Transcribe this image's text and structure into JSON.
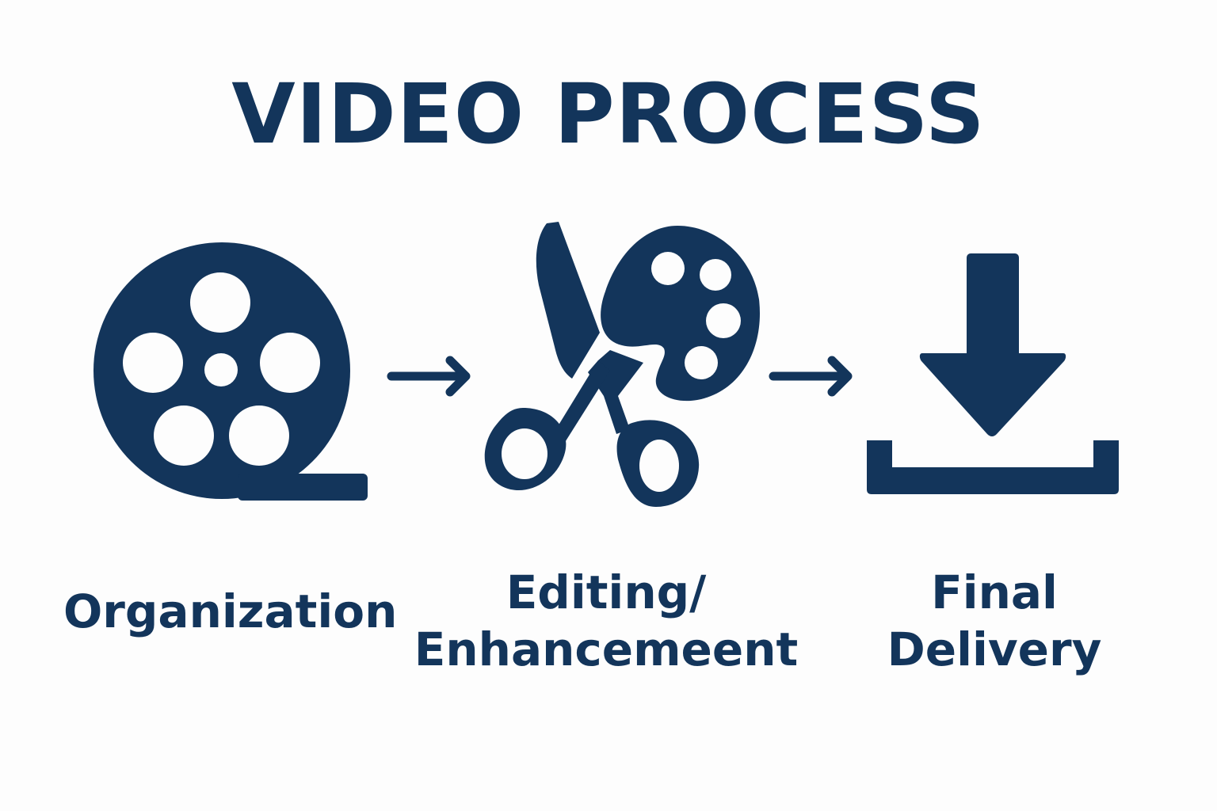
{
  "title": "VIDEO PROCESS",
  "colors": {
    "primary": "#13355b",
    "background": "#fdfdfd"
  },
  "steps": [
    {
      "icon": "film-reel-icon",
      "label_lines": [
        "Organization"
      ]
    },
    {
      "icon": "scissors-palette-icon",
      "label_lines": [
        "Editing/",
        "Enhancemeent"
      ]
    },
    {
      "icon": "download-icon",
      "label_lines": [
        "Final",
        "Delivery"
      ]
    }
  ],
  "connectors": [
    "arrow-right-icon",
    "arrow-right-icon"
  ]
}
